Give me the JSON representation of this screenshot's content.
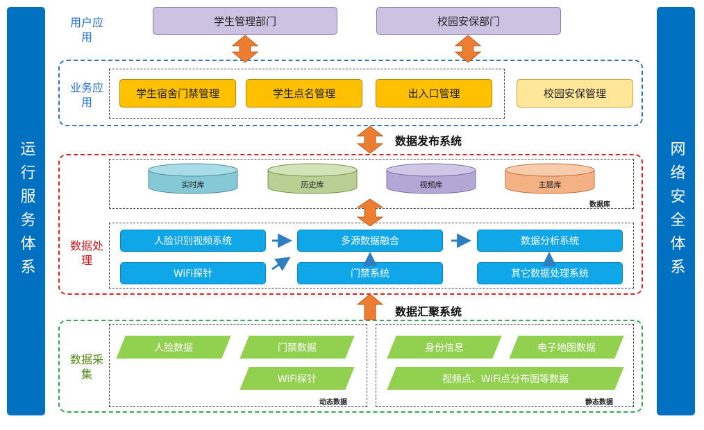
{
  "left_bar": "运行服务体系",
  "right_bar": "网络安全体系",
  "layers": {
    "user": "用户应用",
    "business": "业务应用",
    "processing": "数据处理",
    "collection": "数据采集"
  },
  "user_apps": [
    "学生管理部门",
    "校园安保部门"
  ],
  "business_apps": [
    "学生宿舍门禁管理",
    "学生点名管理",
    "出入口管理",
    "校园安保管理"
  ],
  "publish_system": "数据发布系统",
  "aggregation_system": "数据汇聚系统",
  "databases": [
    "实时库",
    "历史库",
    "视频库",
    "主题库"
  ],
  "database_group_label": "数据库",
  "processing_items": {
    "face": "人脸识别视频系统",
    "wifi": "WiFi探针",
    "fusion": "多源数据融合",
    "access": "门禁系统",
    "analysis": "数据分析系统",
    "other": "其它数据处理系统"
  },
  "dynamic_data": [
    "人脸数据",
    "门禁数据",
    "WiFi探针"
  ],
  "dynamic_label": "动态数据",
  "static_data": [
    "身份信息",
    "电子地图数据",
    "视频点、WiFi点分布图等数据"
  ],
  "static_label": "静态数据",
  "colors": {
    "sidebar": "#0070c0",
    "arrow": "#ed7d31",
    "processing_box": "#0fa7e8",
    "collection_item": "#92d050"
  }
}
